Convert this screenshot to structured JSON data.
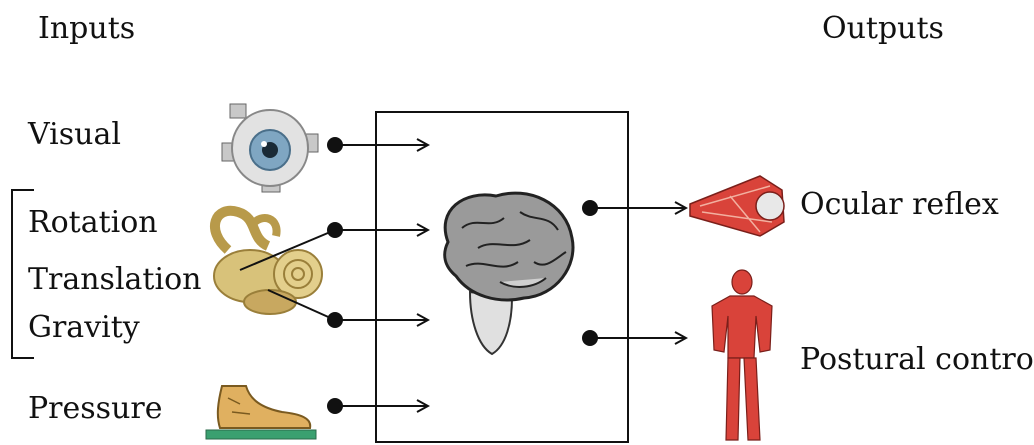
{
  "headers": {
    "inputs": "Inputs",
    "outputs": "Outputs"
  },
  "inputs": {
    "visual": "Visual",
    "rotation": "Rotation",
    "translation": "Translation",
    "gravity": "Gravity",
    "pressure": "Pressure"
  },
  "outputs": {
    "ocular": "Ocular reflex",
    "postural": "Postural control"
  },
  "icons": [
    "eyeball-icon",
    "inner-ear-icon",
    "foot-icon",
    "brain-icon",
    "eye-muscle-icon",
    "human-muscle-body-icon"
  ],
  "colors": {
    "line": "#111111",
    "muscle": "#d9433a",
    "brain": "#9a9a9a",
    "ear": "#d8c27a",
    "foot": "#e0b060",
    "ground": "#3aa070"
  }
}
